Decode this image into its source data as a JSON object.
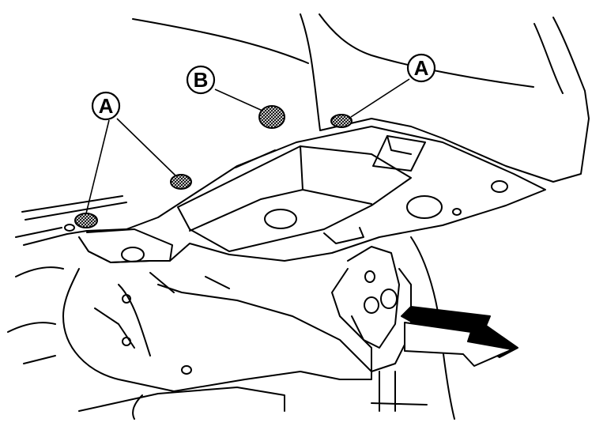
{
  "labels": {
    "callout_a_left": "A",
    "callout_b": "B",
    "callout_a_right": "A"
  },
  "colors": {
    "line": "#000000",
    "background": "#ffffff",
    "fastener_fill": "#9a9a9a"
  },
  "icons": {
    "fastener": "clip-hatched-icon",
    "direction_arrow": "front-arrow-icon"
  }
}
